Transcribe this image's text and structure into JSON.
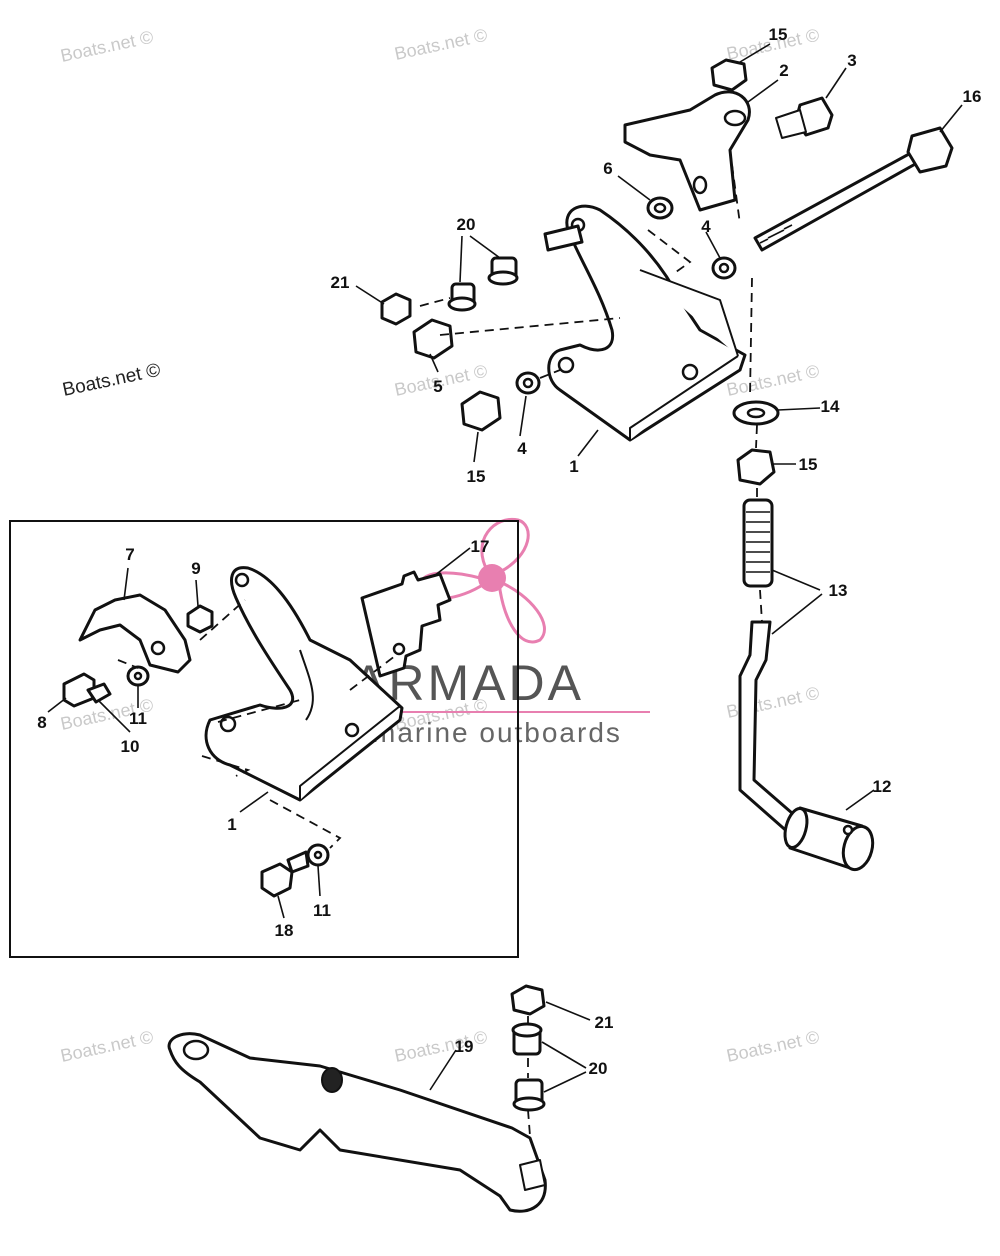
{
  "watermark": {
    "text": "Boats.net ©",
    "brand_name": "ARMADA",
    "brand_tagline": "marine outboards",
    "brand_color": "#e87fb0",
    "brand_text_color": "#555555"
  },
  "labels": {
    "l1a": "1",
    "l1b": "1",
    "l2": "2",
    "l3": "3",
    "l4a": "4",
    "l4b": "4",
    "l5": "5",
    "l6": "6",
    "l7": "7",
    "l8": "8",
    "l9": "9",
    "l10": "10",
    "l11a": "11",
    "l11b": "11",
    "l12": "12",
    "l13": "13",
    "l14": "14",
    "l15a": "15",
    "l15b": "15",
    "l15c": "15",
    "l16": "16",
    "l17": "17",
    "l18": "18",
    "l19": "19",
    "l20a": "20",
    "l20b": "20",
    "l21a": "21",
    "l21b": "21"
  }
}
